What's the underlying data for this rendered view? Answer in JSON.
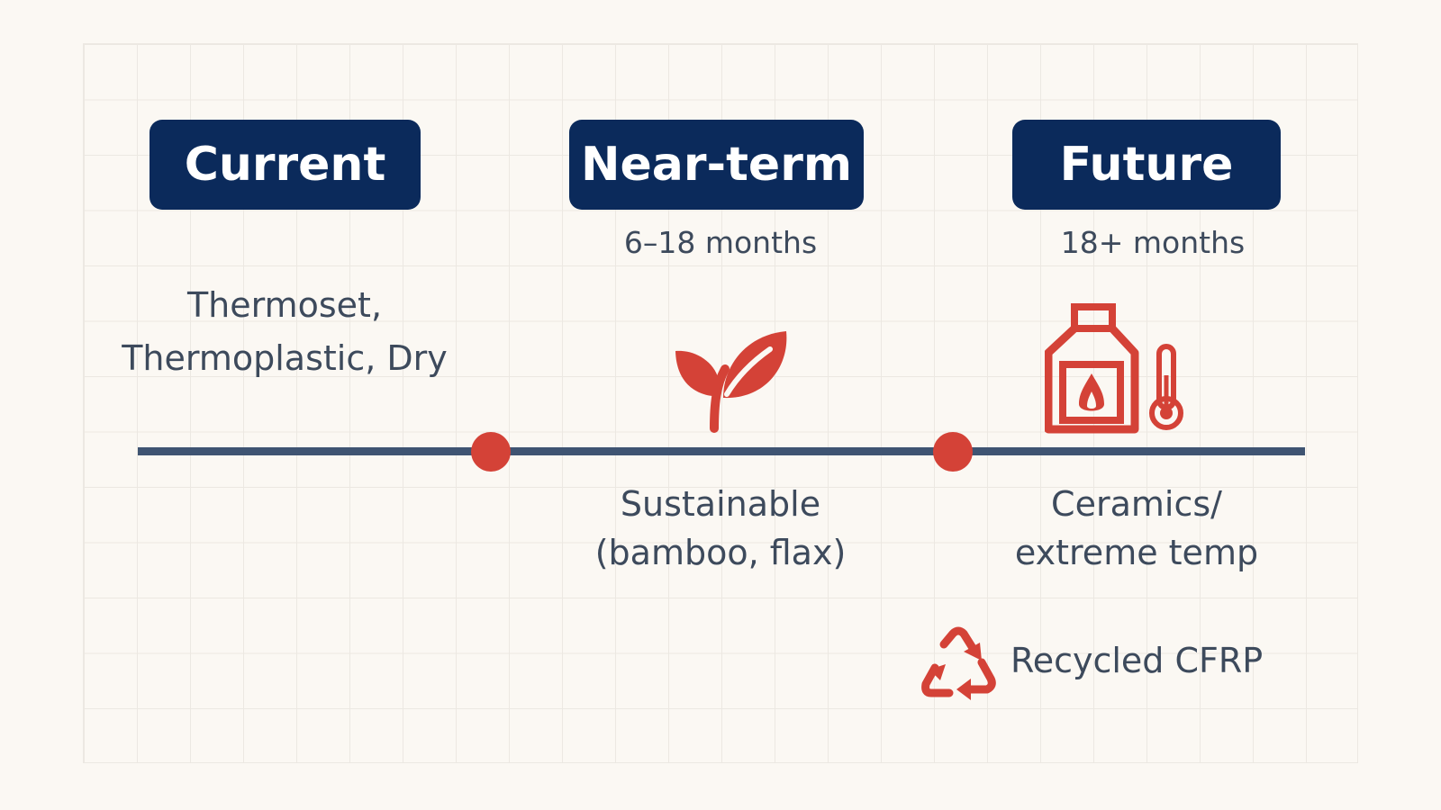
{
  "colors": {
    "badge_bg": "#0b2a5b",
    "badge_text": "#ffffff",
    "text": "#3d4a5c",
    "timeline": "#3f5472",
    "accent": "#d44237",
    "background": "#fbf8f3"
  },
  "phases": [
    {
      "label": "Current",
      "timeframe": "",
      "materials": [
        "Thermoset,",
        "Thermoplastic, Dry"
      ]
    },
    {
      "label": "Near-term",
      "timeframe": "6–18 months",
      "materials": [
        "Sustainable",
        "(bamboo, flax)"
      ],
      "icon": "sprout-icon"
    },
    {
      "label": "Future",
      "timeframe": "18+ months",
      "materials": [
        "Ceramics/",
        "extreme temp"
      ],
      "icon": "kiln-thermometer-icon"
    }
  ],
  "extra_item": {
    "label": "Recycled CFRP",
    "icon": "recycle-icon"
  }
}
